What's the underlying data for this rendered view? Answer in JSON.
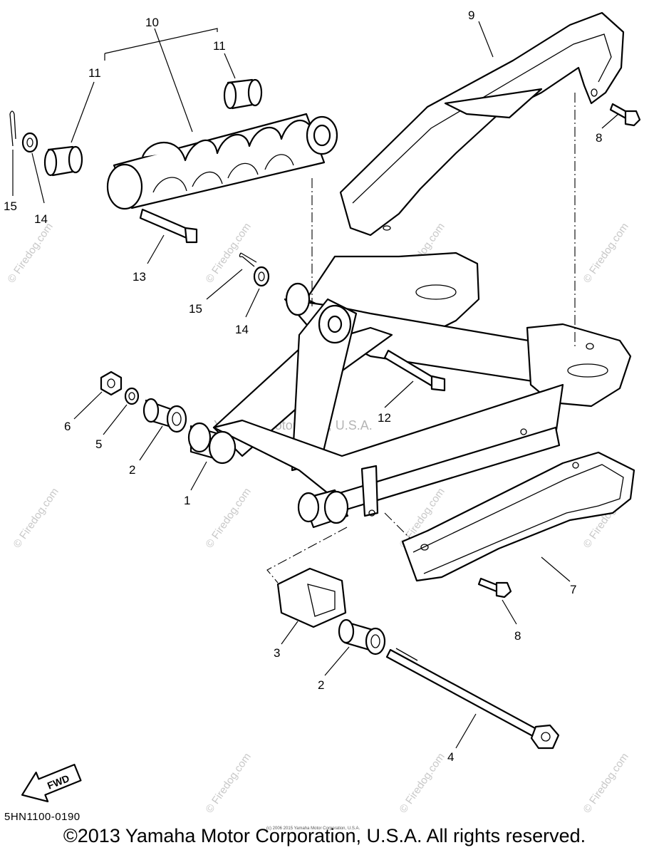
{
  "diagram": {
    "code": "5HN1100-0190",
    "copyright": "©2013 Yamaha Motor Corporation, U.S.A. All rights reserved.",
    "fine_print": "(c) 2006 2015 Yamaha Motor Corporation, U.S.A.",
    "center_watermark": "Yamaha Motor Corp, U.S.A.",
    "site_watermark": "© Firedog.com",
    "fwd_label": "FWD"
  },
  "callouts": [
    {
      "id": "callout-10",
      "text": "10"
    },
    {
      "id": "callout-11-a",
      "text": "11"
    },
    {
      "id": "callout-11-b",
      "text": "11"
    },
    {
      "id": "callout-9",
      "text": "9"
    },
    {
      "id": "callout-8-a",
      "text": "8"
    },
    {
      "id": "callout-15-a",
      "text": "15"
    },
    {
      "id": "callout-14-a",
      "text": "14"
    },
    {
      "id": "callout-13",
      "text": "13"
    },
    {
      "id": "callout-15-b",
      "text": "15"
    },
    {
      "id": "callout-14-b",
      "text": "14"
    },
    {
      "id": "callout-12",
      "text": "12"
    },
    {
      "id": "callout-6",
      "text": "6"
    },
    {
      "id": "callout-5",
      "text": "5"
    },
    {
      "id": "callout-2-a",
      "text": "2"
    },
    {
      "id": "callout-1",
      "text": "1"
    },
    {
      "id": "callout-7",
      "text": "7"
    },
    {
      "id": "callout-8-b",
      "text": "8"
    },
    {
      "id": "callout-3",
      "text": "3"
    },
    {
      "id": "callout-2-b",
      "text": "2"
    },
    {
      "id": "callout-4",
      "text": "4"
    }
  ]
}
